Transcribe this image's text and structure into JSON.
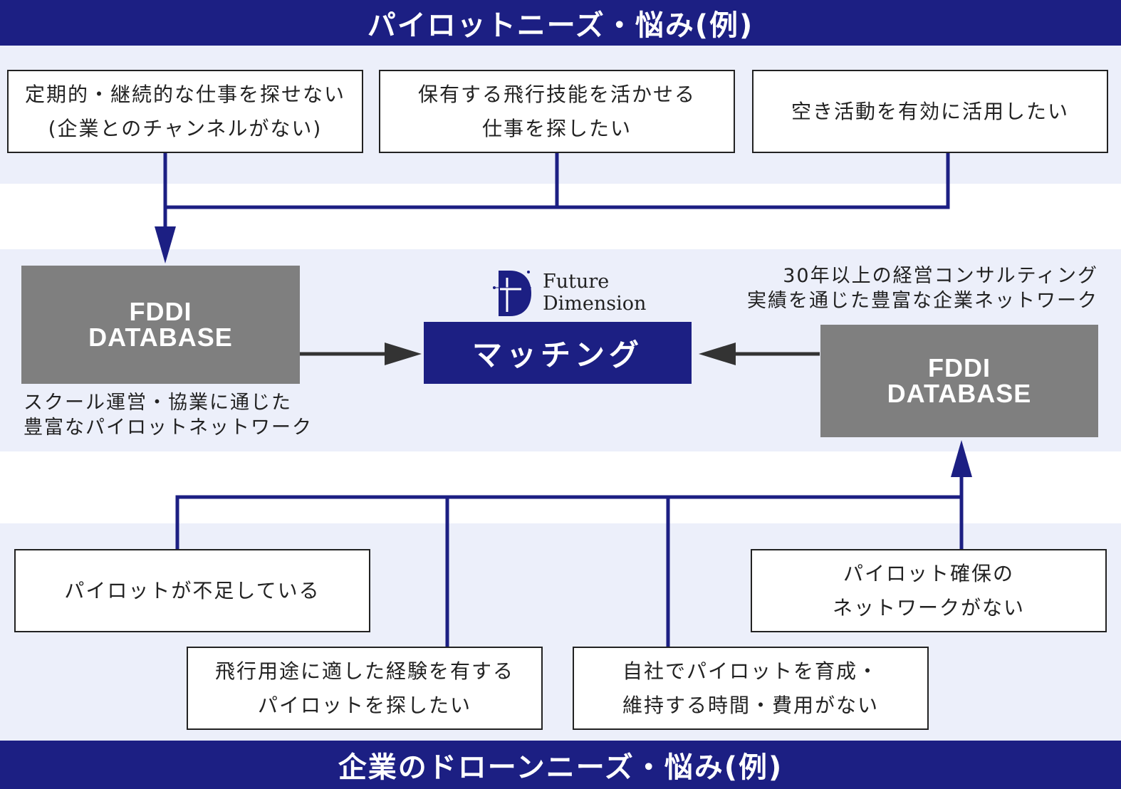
{
  "top_header": {
    "title": "パイロットニーズ・悩み(例)"
  },
  "bottom_header": {
    "title": "企業のドローンニーズ・悩み(例)"
  },
  "pilot_needs": [
    {
      "lines": [
        "定期的・継続的な仕事を探せない",
        "(企業とのチャンネルがない)"
      ]
    },
    {
      "lines": [
        "保有する飛行技能を活かせる",
        "仕事を探したい"
      ]
    },
    {
      "lines": [
        "空き活動を有効に活用したい"
      ]
    }
  ],
  "left_database": {
    "lines": [
      "FDDI",
      "DATABASE"
    ],
    "caption": [
      "スクール運営・協業に通じた",
      "豊富なパイロットネットワーク"
    ]
  },
  "right_database": {
    "lines": [
      "FDDI",
      "DATABASE"
    ],
    "caption": [
      "30年以上の経営コンサルティング",
      "実績を通じた豊富な企業ネットワーク"
    ]
  },
  "brand": {
    "name_line1": "Future",
    "name_line2": "Dimension",
    "logo_icon": "fd-logo-icon"
  },
  "matching": {
    "label": "マッチング"
  },
  "company_needs": [
    {
      "lines": [
        "パイロットが不足している"
      ]
    },
    {
      "lines": [
        "飛行用途に適した経験を有する",
        "パイロットを探したい"
      ]
    },
    {
      "lines": [
        "自社でパイロットを育成・",
        "維持する時間・費用がない"
      ]
    },
    {
      "lines": [
        "パイロット確保の",
        "ネットワークがない"
      ]
    }
  ],
  "colors": {
    "navy": "#1c1f83",
    "panel": "#eceffa",
    "database_gray": "#7f7f7f",
    "arrow_dark": "#333333"
  }
}
